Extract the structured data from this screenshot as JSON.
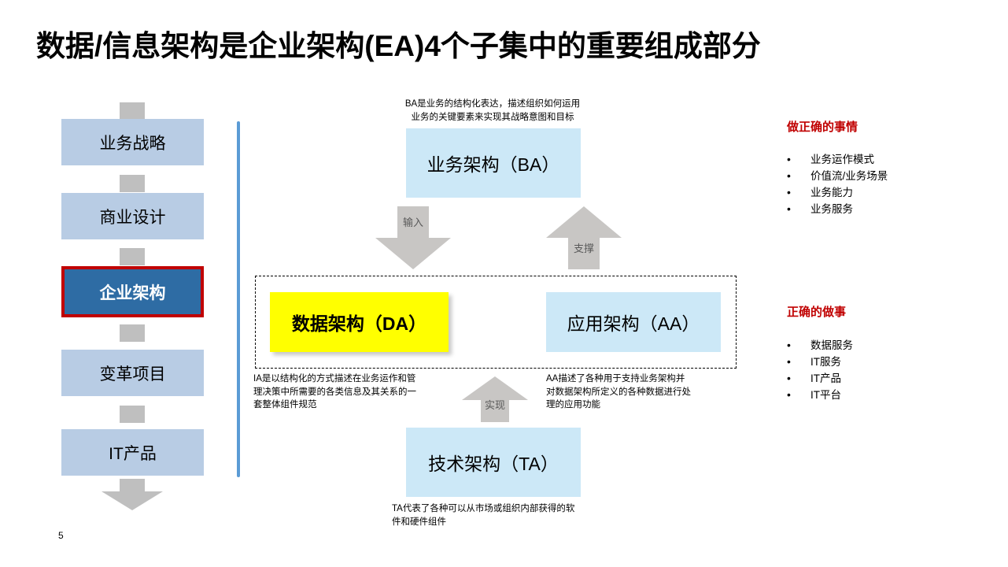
{
  "slide": {
    "title": "数据/信息架构是企业架构(EA)4个子集中的重要组成部分",
    "page_number": "5",
    "accent_colors": {
      "highlight_fill": "#2E6CA4",
      "highlight_border": "#C00000",
      "flow_fill": "#B8CCE4",
      "arch_fill": "#CCE8F7",
      "da_fill": "#FFFF00",
      "divider": "#5B9BD5",
      "connector_gray": "#BFBFBF",
      "panel_heading": "#C00000"
    }
  },
  "flow": {
    "items": [
      {
        "label": "业务战略",
        "active": false
      },
      {
        "label": "商业设计",
        "active": false
      },
      {
        "label": "企业架构",
        "active": true
      },
      {
        "label": "变革项目",
        "active": false
      },
      {
        "label": "IT产品",
        "active": false
      }
    ]
  },
  "architecture": {
    "ba": {
      "label": "业务架构（BA）",
      "caption": "BA是业务的结构化表达，描述组织如何运用\n业务的关键要素来实现其战略意图和目标"
    },
    "da": {
      "label": "数据架构（DA）",
      "caption": "IA是以结构化的方式描述在业务运作和管\n理决策中所需要的各类信息及其关系的一\n套整体组件规范"
    },
    "aa": {
      "label": "应用架构（AA）",
      "caption": "AA描述了各种用于支持业务架构并\n对数据架构所定义的各种数据进行处\n理的应用功能"
    },
    "ta": {
      "label": "技术架构（TA）",
      "caption": "TA代表了各种可以从市场或组织内部获得的软\n件和硬件组件"
    }
  },
  "arrows": {
    "input": "输入",
    "support": "支撑",
    "implement": "实现"
  },
  "panels": [
    {
      "title": "做正确的事情",
      "items": [
        "业务运作模式",
        "价值流/业务场景",
        "业务能力",
        "业务服务"
      ]
    },
    {
      "title": "正确的做事",
      "items": [
        "数据服务",
        "IT服务",
        "IT产品",
        "IT平台"
      ]
    }
  ]
}
